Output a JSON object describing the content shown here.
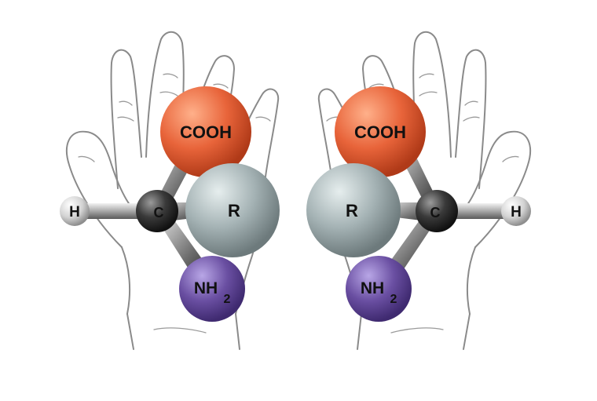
{
  "colors": {
    "cooh": "#e8643a",
    "r": "#a4b2b4",
    "nh2": "#6a4fa2",
    "c": "#2a2a2a",
    "h": "#d8d8d8",
    "hand_line": "#8a8a8a"
  },
  "molecules": [
    {
      "cooh": "COOH",
      "carbon": "C",
      "r": "R",
      "hydrogen": "H",
      "nh": "NH",
      "nh_sub": "2"
    },
    {
      "cooh": "COOH",
      "carbon": "C",
      "r": "R",
      "hydrogen": "H",
      "nh": "NH",
      "nh_sub": "2"
    }
  ]
}
